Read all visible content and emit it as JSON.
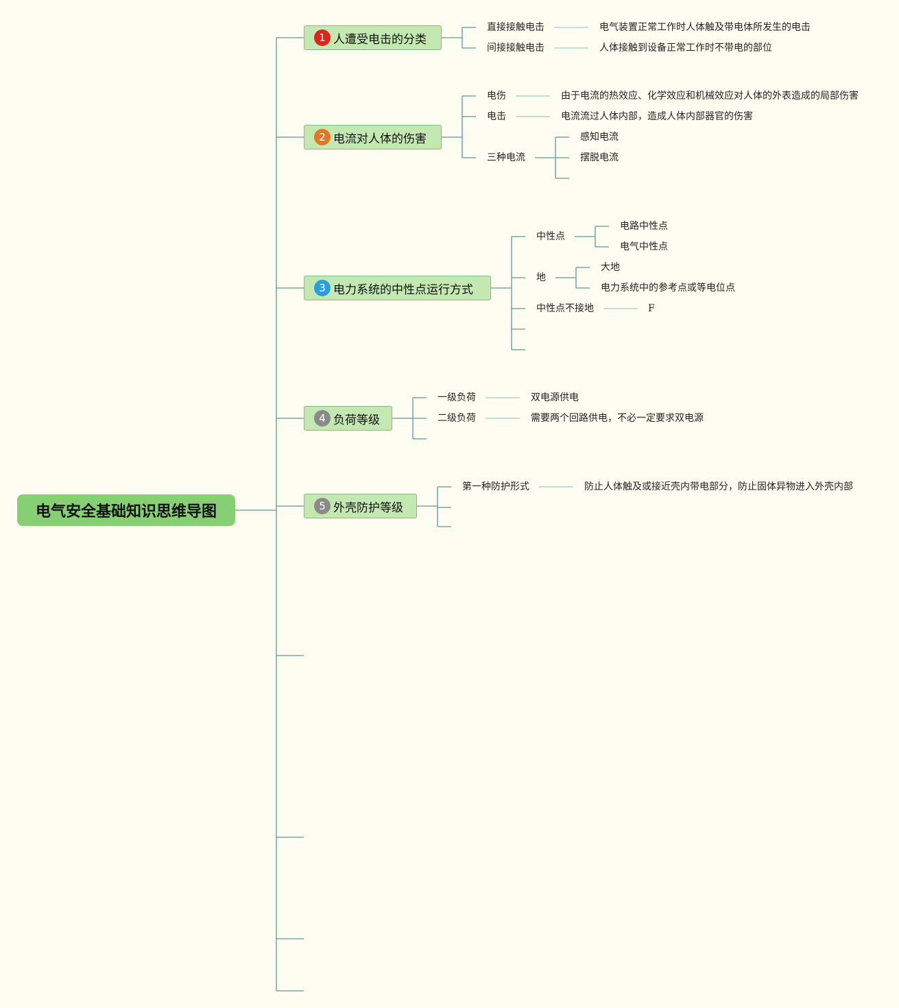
{
  "colors": {
    "background": "#fffcf1",
    "root_fill": "#86cf73",
    "topic_fill": "#c3e8b2",
    "connector": "#5a9a94",
    "badge_1": "#d9281b",
    "badge_2": "#e27822",
    "badge_3": "#2a9fdc",
    "badge_4": "#8a8a8a",
    "badge_5": "#8a8a8a"
  },
  "root": {
    "title": "电气安全基础知识思维导图"
  },
  "topics": [
    {
      "number": "1",
      "label": "人遭受电击的分类",
      "children": [
        {
          "label": "直接接触电击",
          "detail": "电气装置正常工作时人体触及带电体所发生的电击"
        },
        {
          "label": "间接接触电击",
          "detail": "人体接触到设备正常工作时不带电的部位"
        }
      ]
    },
    {
      "number": "2",
      "label": "电流对人体的伤害",
      "children": [
        {
          "label": "电伤",
          "detail": "由于电流的热效应、化学效应和机械效应对人体的外表造成的局部伤害"
        },
        {
          "label": "电击",
          "detail": "电流流过人体内部，造成人体内部器官的伤害"
        },
        {
          "label": "三种电流",
          "items": [
            "感知电流",
            "摆脱电流"
          ]
        }
      ]
    },
    {
      "number": "3",
      "label": "电力系统的中性点运行方式",
      "children": [
        {
          "label": "中性点",
          "items": [
            "电路中性点",
            "电气中性点"
          ]
        },
        {
          "label": "地",
          "items": [
            "大地",
            "电力系统中的参考点或等电位点"
          ]
        },
        {
          "label": "中性点不接地",
          "detail": "F"
        }
      ]
    },
    {
      "number": "4",
      "label": "负荷等级",
      "children": [
        {
          "label": "一级负荷",
          "detail": "双电源供电"
        },
        {
          "label": "二级负荷",
          "detail": "需要两个回路供电，不必一定要求双电源"
        }
      ]
    },
    {
      "number": "5",
      "label": "外壳防护等级",
      "children": [
        {
          "label": "第一种防护形式",
          "detail": "防止人体触及或接近壳内带电部分，防止固体异物进入外壳内部"
        }
      ]
    }
  ]
}
